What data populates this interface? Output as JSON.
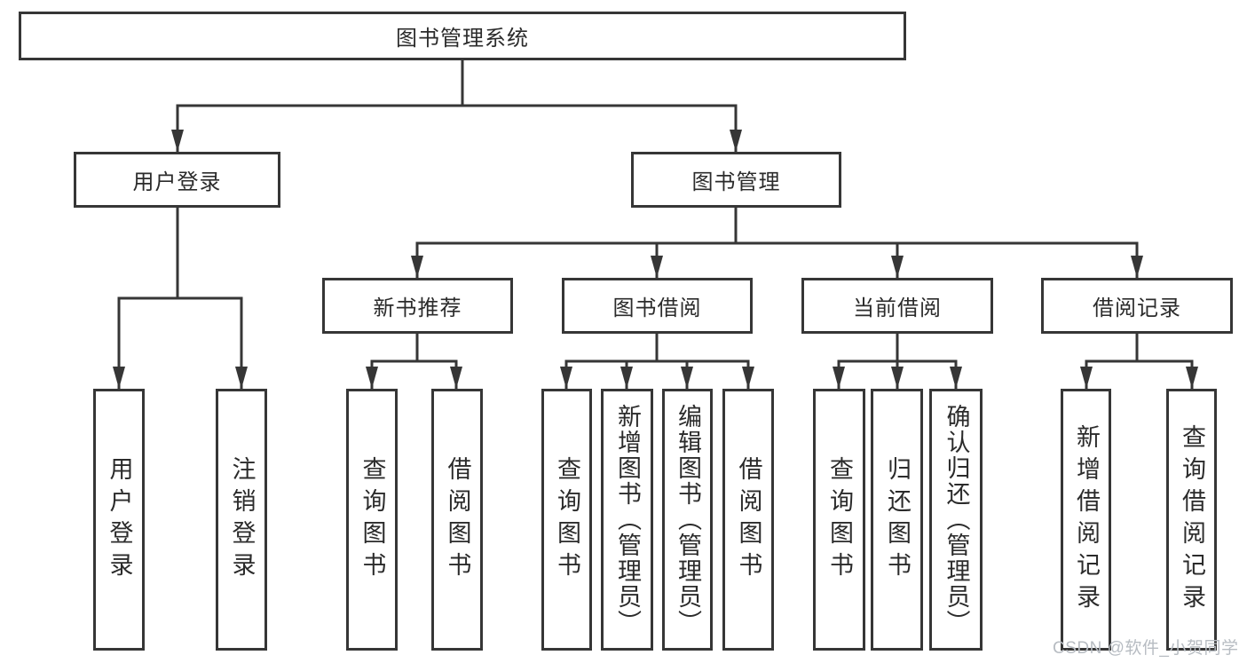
{
  "diagram": {
    "tree": {
      "label": "图书管理系统",
      "children": [
        {
          "label": "用户登录",
          "children": [
            {
              "label": "用户登录"
            },
            {
              "label": "注销登录"
            }
          ]
        },
        {
          "label": "图书管理",
          "children": [
            {
              "label": "新书推荐",
              "children": [
                {
                  "label": "查询图书"
                },
                {
                  "label": "借阅图书"
                }
              ]
            },
            {
              "label": "图书借阅",
              "children": [
                {
                  "label": "查询图书"
                },
                {
                  "label": "新增图书（管理员）"
                },
                {
                  "label": "编辑图书（管理员）"
                },
                {
                  "label": "借阅图书"
                }
              ]
            },
            {
              "label": "当前借阅",
              "children": [
                {
                  "label": "查询图书"
                },
                {
                  "label": "归还图书"
                },
                {
                  "label": "确认归还（管理员）"
                }
              ]
            },
            {
              "label": "借阅记录",
              "children": [
                {
                  "label": "新增借阅记录"
                },
                {
                  "label": "查询借阅记录"
                }
              ]
            }
          ]
        }
      ]
    },
    "watermark": "CSDN @软件_小贺同学",
    "colors": {
      "line": "#363636",
      "box_border": "#363636",
      "text": "#2b2b2b",
      "background": "#ffffff",
      "watermark": "#b7bcc2"
    }
  }
}
